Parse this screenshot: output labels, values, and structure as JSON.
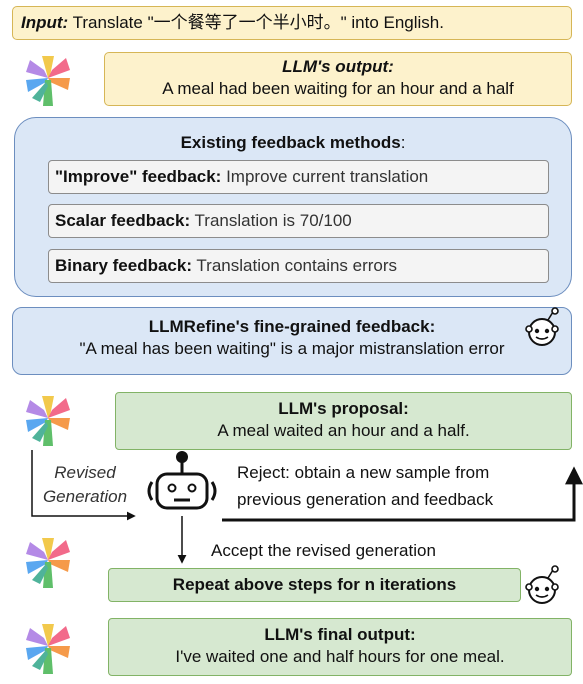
{
  "input": {
    "label": "Input:",
    "text": " Translate \"一个餐等了一个半小时。\" into English."
  },
  "llm_output": {
    "title": "LLM's output:",
    "text": "A meal had been waiting for an hour and a half"
  },
  "existing": {
    "title": "Existing feedback methods",
    "colon": ":",
    "items": [
      {
        "label": "\"Improve\" feedback:",
        "text": " Improve current translation"
      },
      {
        "label": "Scalar feedback:",
        "text": " Translation is 70/100"
      },
      {
        "label": "Binary feedback:",
        "text": " Translation contains errors"
      }
    ]
  },
  "llmrefine": {
    "title": "LLMRefine's fine-grained feedback:",
    "text": "\"A meal has been waiting\" is a major mistranslation error"
  },
  "proposal": {
    "title": "LLM's proposal:",
    "text": "A meal waited an hour and a half."
  },
  "revised_label": [
    "Revised",
    "Generation"
  ],
  "reject": {
    "line1": "Reject: obtain a new sample from",
    "line2": "previous generation and feedback"
  },
  "accept": "Accept the revised generation",
  "repeat": "Repeat above steps for n iterations",
  "final": {
    "title": "LLM's final output:",
    "text": "I've waited one and half hours for one meal."
  },
  "colors": {
    "petal_purple": "#b48ae6",
    "petal_blue": "#5aa7f0",
    "petal_green": "#5fbf6a",
    "petal_orange": "#f59a4a",
    "petal_pink": "#f26a8a",
    "petal_yellow": "#f2c94c"
  }
}
